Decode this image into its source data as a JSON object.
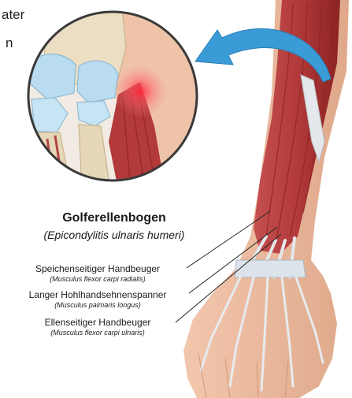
{
  "corner_text": {
    "line1": "ater",
    "line2": "n"
  },
  "title": "Golferellenbogen",
  "subtitle": "(Epicondylitis ulnaris humeri)",
  "labels": [
    {
      "german": "Speichenseitiger Handbeuger",
      "latin": "(Musculus flexor carpi radialis)"
    },
    {
      "german": "Langer Hohlhandsehnenspanner",
      "latin": "(Musculus palmaris longus)"
    },
    {
      "german": "Ellenseitiger Handbeuger",
      "latin": "(Musculus flexor carpi ulnaris)"
    }
  ],
  "colors": {
    "skin": "#e9b79c",
    "muscle": "#b23a3a",
    "muscle_dark": "#8c2323",
    "tendon": "#e4e8ec",
    "bone": "#e8dcc0",
    "cartilage": "#b9dcf0",
    "arrow": "#3b9bd6",
    "pain": "#ff2a3c"
  },
  "icons": {
    "arrow": "curved-arrow-icon"
  }
}
